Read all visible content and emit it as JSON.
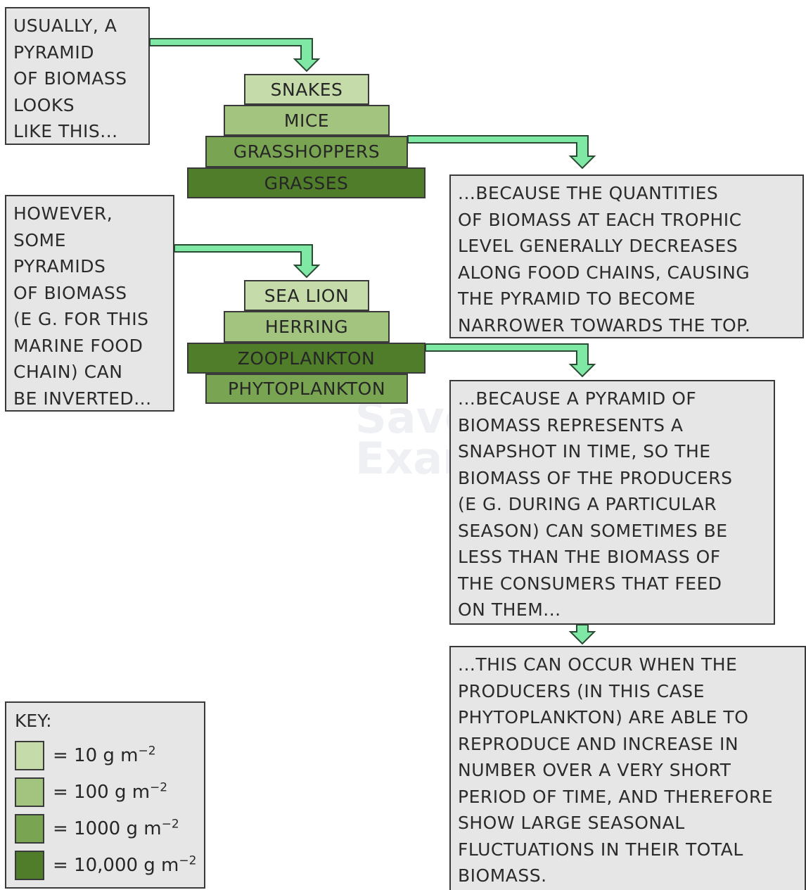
{
  "boxes": {
    "usually": "USUALLY, A\nPYRAMID\nOF BIOMASS\nLOOKS\nLIKE THIS...",
    "however": "HOWEVER,\nSOME\nPYRAMIDS\nOF BIOMASS\n(E G. FOR THIS\nMARINE FOOD\nCHAIN)  CAN\nBE INVERTED...",
    "because1": "...BECAUSE THE QUANTITIES\nOF BIOMASS AT EACH TROPHIC\nLEVEL GENERALLY DECREASES\nALONG FOOD CHAINS, CAUSING\nTHE PYRAMID TO BECOME\nNARROWER TOWARDS THE TOP.",
    "because2": "...BECAUSE A PYRAMID OF\nBIOMASS REPRESENTS A\nSNAPSHOT IN TIME, SO THE\nBIOMASS OF THE PRODUCERS\n(E G. DURING A PARTICULAR\nSEASON) CAN SOMETIMES BE\nLESS THAN THE BIOMASS OF\nTHE CONSUMERS THAT FEED\nON THEM...",
    "occur": "...THIS CAN OCCUR WHEN THE\nPRODUCERS (IN THIS CASE\nPHYTOPLANKTON) ARE ABLE TO\nREPRODUCE AND INCREASE IN\nNUMBER OVER A VERY SHORT\nPERIOD OF TIME, AND THEREFORE\nSHOW LARGE SEASONAL\nFLUCTUATIONS IN THEIR TOTAL\nBIOMASS."
  },
  "pyramid_terrestrial": [
    {
      "label": "SNAKES",
      "color": "#c5dcaa"
    },
    {
      "label": "MICE",
      "color": "#a3c47f"
    },
    {
      "label": "GRASSHOPPERS",
      "color": "#79a552"
    },
    {
      "label": "GRASSES",
      "color": "#4f7d2a"
    }
  ],
  "pyramid_marine": [
    {
      "label": "SEA LION",
      "color": "#c5dcaa"
    },
    {
      "label": "HERRING",
      "color": "#a3c47f"
    },
    {
      "label": "ZOOPLANKTON",
      "color": "#4f7d2a"
    },
    {
      "label": "PHYTOPLANKTON",
      "color": "#79a552"
    }
  ],
  "key": {
    "title": "KEY:",
    "items": [
      {
        "value": "= 10 g m",
        "exp": "−2",
        "color": "#c5dcaa"
      },
      {
        "value": "= 100 g m",
        "exp": "−2",
        "color": "#a3c47f"
      },
      {
        "value": "= 1000 g m",
        "exp": "−2",
        "color": "#79a552"
      },
      {
        "value": "= 10,000 g m",
        "exp": "−2",
        "color": "#4f7d2a"
      }
    ]
  },
  "watermark": {
    "line1": "Save My",
    "line2": "Exams"
  },
  "colors": {
    "arrow": "#7fe8a4",
    "arrow_outline": "#2a4a33",
    "box_bg": "#e6e6e6"
  }
}
